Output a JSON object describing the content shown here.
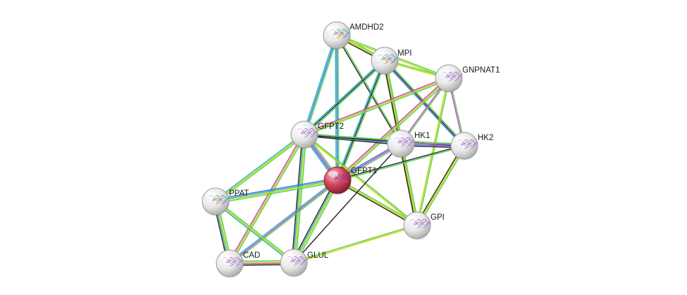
{
  "network": {
    "query_protein": "GFPT1",
    "nodes": [
      {
        "id": "AMDHD2",
        "label": "AMDHD2",
        "type": "structure",
        "color": "#e6e6e6"
      },
      {
        "id": "MPI",
        "label": "MPI",
        "type": "structure",
        "color": "#e6e6e6"
      },
      {
        "id": "GNPNAT1",
        "label": "GNPNAT1",
        "type": "structure",
        "color": "#e6e6e6"
      },
      {
        "id": "GFPT2",
        "label": "GFPT2",
        "type": "structure",
        "color": "#e6e6e6"
      },
      {
        "id": "HK1",
        "label": "HK1",
        "type": "structure",
        "color": "#e6e6e6"
      },
      {
        "id": "HK2",
        "label": "HK2",
        "type": "structure",
        "color": "#e6e6e6"
      },
      {
        "id": "GFPT1",
        "label": "GFPT1",
        "type": "query",
        "color": "#c83a4e"
      },
      {
        "id": "PPAT",
        "label": "PPAT",
        "type": "structure",
        "color": "#e6e6e6"
      },
      {
        "id": "GPI",
        "label": "GPI",
        "type": "structure",
        "color": "#e6e6e6"
      },
      {
        "id": "CAD",
        "label": "CAD",
        "type": "structure",
        "color": "#e6e6e6"
      },
      {
        "id": "GLUL",
        "label": "GLUL",
        "type": "structure",
        "color": "#e6e6e6"
      }
    ],
    "edges": [
      {
        "source": "AMDHD2",
        "target": "MPI",
        "evidence": [
          "#55d555",
          "#c8d400",
          "#2c2c2c"
        ]
      },
      {
        "source": "AMDHD2",
        "target": "GNPNAT1",
        "evidence": [
          "#55d555",
          "#c8d400"
        ]
      },
      {
        "source": "AMDHD2",
        "target": "GFPT2",
        "evidence": [
          "#55d555",
          "#3c78d8",
          "#2ab4c4"
        ]
      },
      {
        "source": "AMDHD2",
        "target": "GFPT1",
        "evidence": [
          "#55d555",
          "#3c78d8",
          "#2ab4c4"
        ]
      },
      {
        "source": "AMDHD2",
        "target": "HK1",
        "evidence": [
          "#55d555",
          "#2c2c2c"
        ]
      },
      {
        "source": "MPI",
        "target": "GNPNAT1",
        "evidence": [
          "#55d555",
          "#c8d400"
        ]
      },
      {
        "source": "MPI",
        "target": "GFPT2",
        "evidence": [
          "#55d555",
          "#2c2c2c",
          "#2ab4c4"
        ]
      },
      {
        "source": "MPI",
        "target": "GFPT1",
        "evidence": [
          "#55d555",
          "#2c2c2c",
          "#2ab4c4"
        ]
      },
      {
        "source": "MPI",
        "target": "HK1",
        "evidence": [
          "#55d555",
          "#2c2c2c",
          "#3c78d8"
        ]
      },
      {
        "source": "MPI",
        "target": "HK2",
        "evidence": [
          "#55d555",
          "#2c2c2c",
          "#3c78d8"
        ]
      },
      {
        "source": "MPI",
        "target": "GPI",
        "evidence": [
          "#55d555",
          "#c8d400",
          "#2c2c2c"
        ]
      },
      {
        "source": "GNPNAT1",
        "target": "GFPT2",
        "evidence": [
          "#55d555",
          "#c8d400",
          "#cc44cc"
        ]
      },
      {
        "source": "GNPNAT1",
        "target": "GFPT1",
        "evidence": [
          "#55d555",
          "#c8d400",
          "#cc44cc"
        ]
      },
      {
        "source": "GNPNAT1",
        "target": "HK1",
        "evidence": [
          "#55d555",
          "#cc44cc"
        ]
      },
      {
        "source": "GNPNAT1",
        "target": "HK2",
        "evidence": [
          "#55d555",
          "#cc44cc"
        ]
      },
      {
        "source": "GNPNAT1",
        "target": "GPI",
        "evidence": [
          "#55d555",
          "#c8d400"
        ]
      },
      {
        "source": "GFPT2",
        "target": "HK1",
        "evidence": [
          "#55d555",
          "#3c78d8",
          "#2c2c2c"
        ]
      },
      {
        "source": "GFPT2",
        "target": "HK2",
        "evidence": [
          "#55d555",
          "#2c2c2c"
        ]
      },
      {
        "source": "GFPT2",
        "target": "GFPT1",
        "evidence": [
          "#55d555",
          "#cc44cc",
          "#3c78d8",
          "#2ab4c4"
        ]
      },
      {
        "source": "GFPT2",
        "target": "PPAT",
        "evidence": [
          "#55d555",
          "#c8d400",
          "#2ab4c4"
        ]
      },
      {
        "source": "GFPT2",
        "target": "CAD",
        "evidence": [
          "#55d555",
          "#c8d400",
          "#cc44cc"
        ]
      },
      {
        "source": "GFPT2",
        "target": "GLUL",
        "evidence": [
          "#55d555",
          "#c8d400",
          "#2ab4c4",
          "#2c2c2c"
        ]
      },
      {
        "source": "GFPT2",
        "target": "GPI",
        "evidence": [
          "#55d555",
          "#c8d400"
        ]
      },
      {
        "source": "HK1",
        "target": "HK2",
        "evidence": [
          "#55d555",
          "#cc44cc",
          "#3c78d8",
          "#2c2c2c"
        ]
      },
      {
        "source": "HK1",
        "target": "GFPT1",
        "evidence": [
          "#55d555",
          "#cc44cc",
          "#3c78d8"
        ]
      },
      {
        "source": "HK1",
        "target": "GPI",
        "evidence": [
          "#55d555",
          "#c8d400",
          "#2c2c2c"
        ]
      },
      {
        "source": "HK2",
        "target": "GFPT1",
        "evidence": [
          "#55d555",
          "#2c2c2c"
        ]
      },
      {
        "source": "HK2",
        "target": "GPI",
        "evidence": [
          "#55d555",
          "#c8d400",
          "#2c2c2c"
        ]
      },
      {
        "source": "GFPT1",
        "target": "PPAT",
        "evidence": [
          "#55d555",
          "#c8d400",
          "#2ab4c4",
          "#3c78d8"
        ]
      },
      {
        "source": "GFPT1",
        "target": "CAD",
        "evidence": [
          "#55d555",
          "#cc44cc",
          "#2ab4c4"
        ]
      },
      {
        "source": "GFPT1",
        "target": "GLUL",
        "evidence": [
          "#55d555",
          "#c8d400",
          "#2ab4c4",
          "#2c2c2c"
        ]
      },
      {
        "source": "GFPT1",
        "target": "GPI",
        "evidence": [
          "#55d555",
          "#c8d400",
          "#2c2c2c"
        ]
      },
      {
        "source": "PPAT",
        "target": "CAD",
        "evidence": [
          "#55d555",
          "#c8d400",
          "#2ab4c4",
          "#2c2c2c"
        ]
      },
      {
        "source": "PPAT",
        "target": "GLUL",
        "evidence": [
          "#55d555",
          "#c8d400",
          "#2ab4c4"
        ]
      },
      {
        "source": "CAD",
        "target": "GLUL",
        "evidence": [
          "#55d555",
          "#c8d400",
          "#cc44cc",
          "#2c2c2c"
        ]
      },
      {
        "source": "GLUL",
        "target": "GPI",
        "evidence": [
          "#55d555",
          "#c8d400"
        ]
      },
      {
        "source": "GLUL",
        "target": "HK1",
        "evidence": [
          "#2c2c2c"
        ]
      }
    ]
  }
}
